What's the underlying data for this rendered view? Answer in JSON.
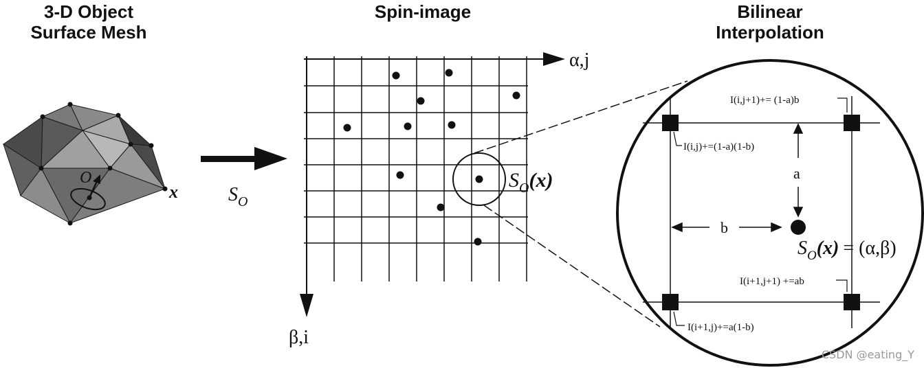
{
  "titles": {
    "mesh_line1": "3-D Object",
    "mesh_line2": "Surface Mesh",
    "spin": "Spin-image",
    "bilinear_line1": "Bilinear",
    "bilinear_line2": "Interpolation"
  },
  "mesh": {
    "origin_label": "O",
    "point_label": "x"
  },
  "mapping": {
    "label_main": "S",
    "label_sub": "O"
  },
  "spin_image": {
    "h_axis_label": "α,j",
    "v_axis_label": "β,i",
    "highlight_label_main": "S",
    "highlight_label_sub": "O",
    "highlight_label_arg": "(x)"
  },
  "bilinear": {
    "label_top_right": "I(i,j+1)+= (1-a)b",
    "label_top_left": "I(i,j)+=(1-a)(1-b)",
    "label_a": "a",
    "label_b": "b",
    "point_label_main": "S",
    "point_label_sub": "O",
    "point_label_arg": "(x)",
    "point_label_eq": "= (α,β)",
    "label_bottom_right": "I(i+1,j+1) +=ab",
    "label_bottom_left": "I(i+1,j)+=a(1-b)"
  },
  "watermark": "CSDN @eating_Y",
  "colors": {
    "ink": "#111111",
    "mesh_dark": "#3c3c3c",
    "mesh_mid": "#6e6e6e",
    "mesh_light": "#9c9c9c",
    "mesh_lightest": "#b4b4b4"
  }
}
